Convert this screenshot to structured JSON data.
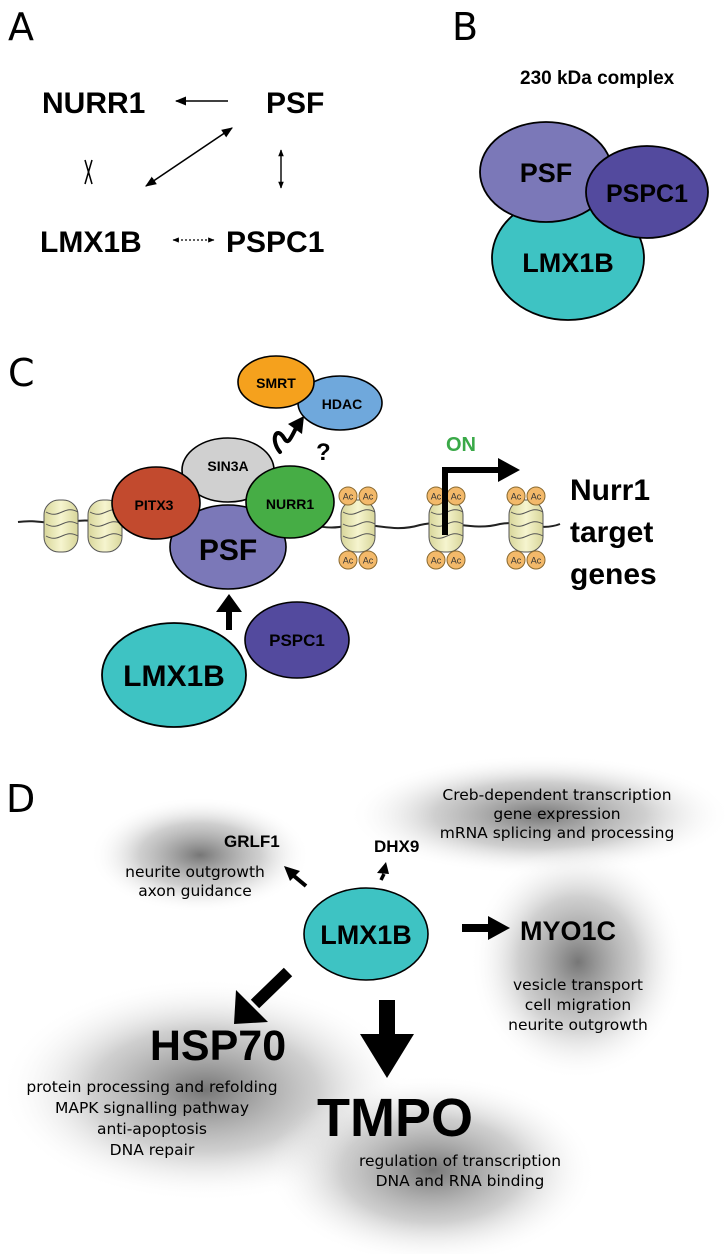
{
  "panels": {
    "a": {
      "letter": "A",
      "nurr1": "NURR1",
      "psf": "PSF",
      "lmx1b": "LMX1B",
      "pspc1": "PSPC1"
    },
    "b": {
      "letter": "B",
      "title": "230 kDa complex",
      "psf": "PSF",
      "pspc1": "PSPC1",
      "lmx1b": "LMX1B"
    },
    "c": {
      "letter": "C",
      "smrt": "SMRT",
      "hdac": "HDAC",
      "question": "?",
      "sin3a": "SIN3A",
      "pitx3": "PITX3",
      "nurr1": "NURR1",
      "psf": "PSF",
      "lmx1b": "LMX1B",
      "pspc1": "PSPC1",
      "on": "ON",
      "ac": "Ac",
      "target_line1": "Nurr1",
      "target_line2": "target",
      "target_line3": "genes"
    },
    "d": {
      "letter": "D",
      "center": "LMX1B",
      "dhx9": "DHX9",
      "dhx9_desc": [
        "Creb-dependent transcription",
        "gene expression",
        "mRNA splicing and processing"
      ],
      "grlf1": "GRLF1",
      "grlf1_desc": [
        "neurite outgrowth",
        "axon guidance"
      ],
      "myo1c": "MYO1C",
      "myo1c_desc": [
        "vesicle transport",
        "cell migration",
        "neurite outgrowth"
      ],
      "hsp70": "HSP70",
      "hsp70_desc": [
        "protein processing and refolding",
        "MAPK signalling pathway",
        "anti-apoptosis",
        "DNA repair"
      ],
      "tmpo": "TMPO",
      "tmpo_desc": [
        "regulation of transcription",
        "DNA and RNA binding"
      ]
    }
  },
  "colors": {
    "psf": "#7b78b8",
    "pspc1": "#534a9e",
    "lmx1b": "#3ec3c3",
    "sin3a": "#d0d0d0",
    "pitx3": "#c24a2e",
    "nurr1": "#46ad45",
    "smrt": "#f5a11d",
    "hdac": "#6fa8dc",
    "nucleosome": "#ecebb5",
    "acetyl": "#f3b96a",
    "on_green": "#3aa948"
  }
}
